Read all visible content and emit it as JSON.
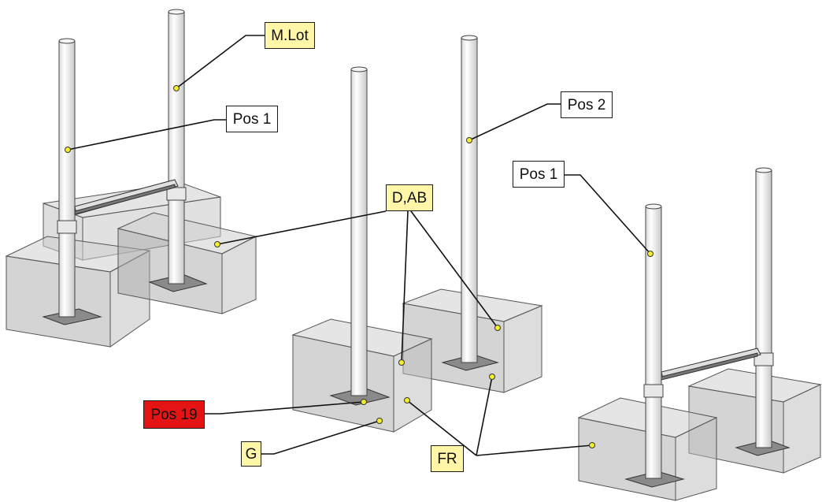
{
  "labels": {
    "mlot": "M.Lot",
    "pos1_left": "Pos 1",
    "pos2": "Pos 2",
    "pos1_right": "Pos 1",
    "dab": "D,AB",
    "pos19": "Pos 19",
    "g": "G",
    "fr": "FR"
  },
  "colors": {
    "material_label": "#fff6a8",
    "position_label": "#ffffff",
    "highlight_label": "#e41414",
    "leader_dot": "#f4ee2c",
    "concrete_block": "#9e9e9e",
    "steel_post": "#ffffff"
  }
}
